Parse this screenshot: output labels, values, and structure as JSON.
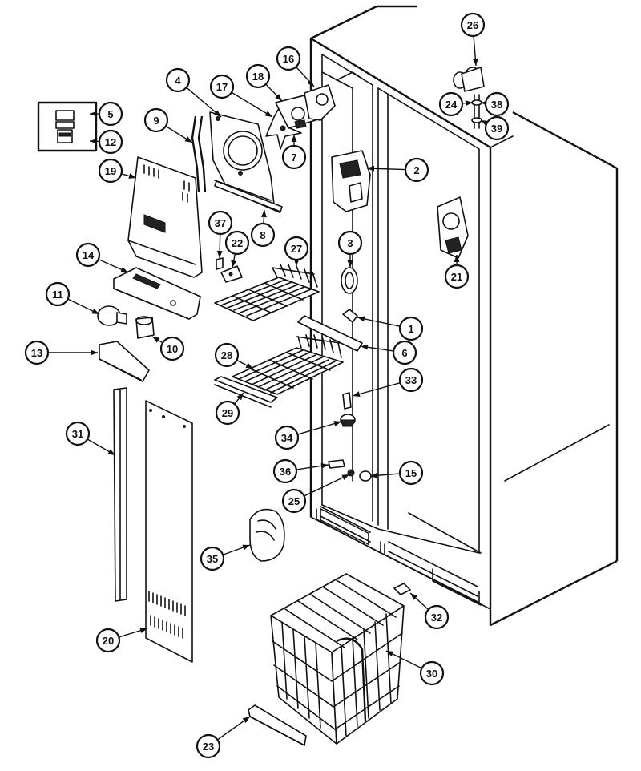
{
  "callouts": [
    {
      "id": "1",
      "label": "1"
    },
    {
      "id": "2",
      "label": "2"
    },
    {
      "id": "3",
      "label": "3"
    },
    {
      "id": "4",
      "label": "4"
    },
    {
      "id": "5",
      "label": "5"
    },
    {
      "id": "6",
      "label": "6"
    },
    {
      "id": "7",
      "label": "7"
    },
    {
      "id": "8",
      "label": "8"
    },
    {
      "id": "9",
      "label": "9"
    },
    {
      "id": "10",
      "label": "10"
    },
    {
      "id": "11",
      "label": "11"
    },
    {
      "id": "12",
      "label": "12"
    },
    {
      "id": "13",
      "label": "13"
    },
    {
      "id": "14",
      "label": "14"
    },
    {
      "id": "15",
      "label": "15"
    },
    {
      "id": "16",
      "label": "16"
    },
    {
      "id": "17",
      "label": "17"
    },
    {
      "id": "18",
      "label": "18"
    },
    {
      "id": "19",
      "label": "19"
    },
    {
      "id": "20",
      "label": "20"
    },
    {
      "id": "21",
      "label": "21"
    },
    {
      "id": "22",
      "label": "22"
    },
    {
      "id": "23",
      "label": "23"
    },
    {
      "id": "24",
      "label": "24"
    },
    {
      "id": "25",
      "label": "25"
    },
    {
      "id": "26",
      "label": "26"
    },
    {
      "id": "27",
      "label": "27"
    },
    {
      "id": "28",
      "label": "28"
    },
    {
      "id": "29",
      "label": "29"
    },
    {
      "id": "30",
      "label": "30"
    },
    {
      "id": "31",
      "label": "31"
    },
    {
      "id": "32",
      "label": "32"
    },
    {
      "id": "33",
      "label": "33"
    },
    {
      "id": "34",
      "label": "34"
    },
    {
      "id": "35",
      "label": "35"
    },
    {
      "id": "36",
      "label": "36"
    },
    {
      "id": "37",
      "label": "37"
    },
    {
      "id": "38",
      "label": "38"
    },
    {
      "id": "39",
      "label": "39"
    }
  ]
}
